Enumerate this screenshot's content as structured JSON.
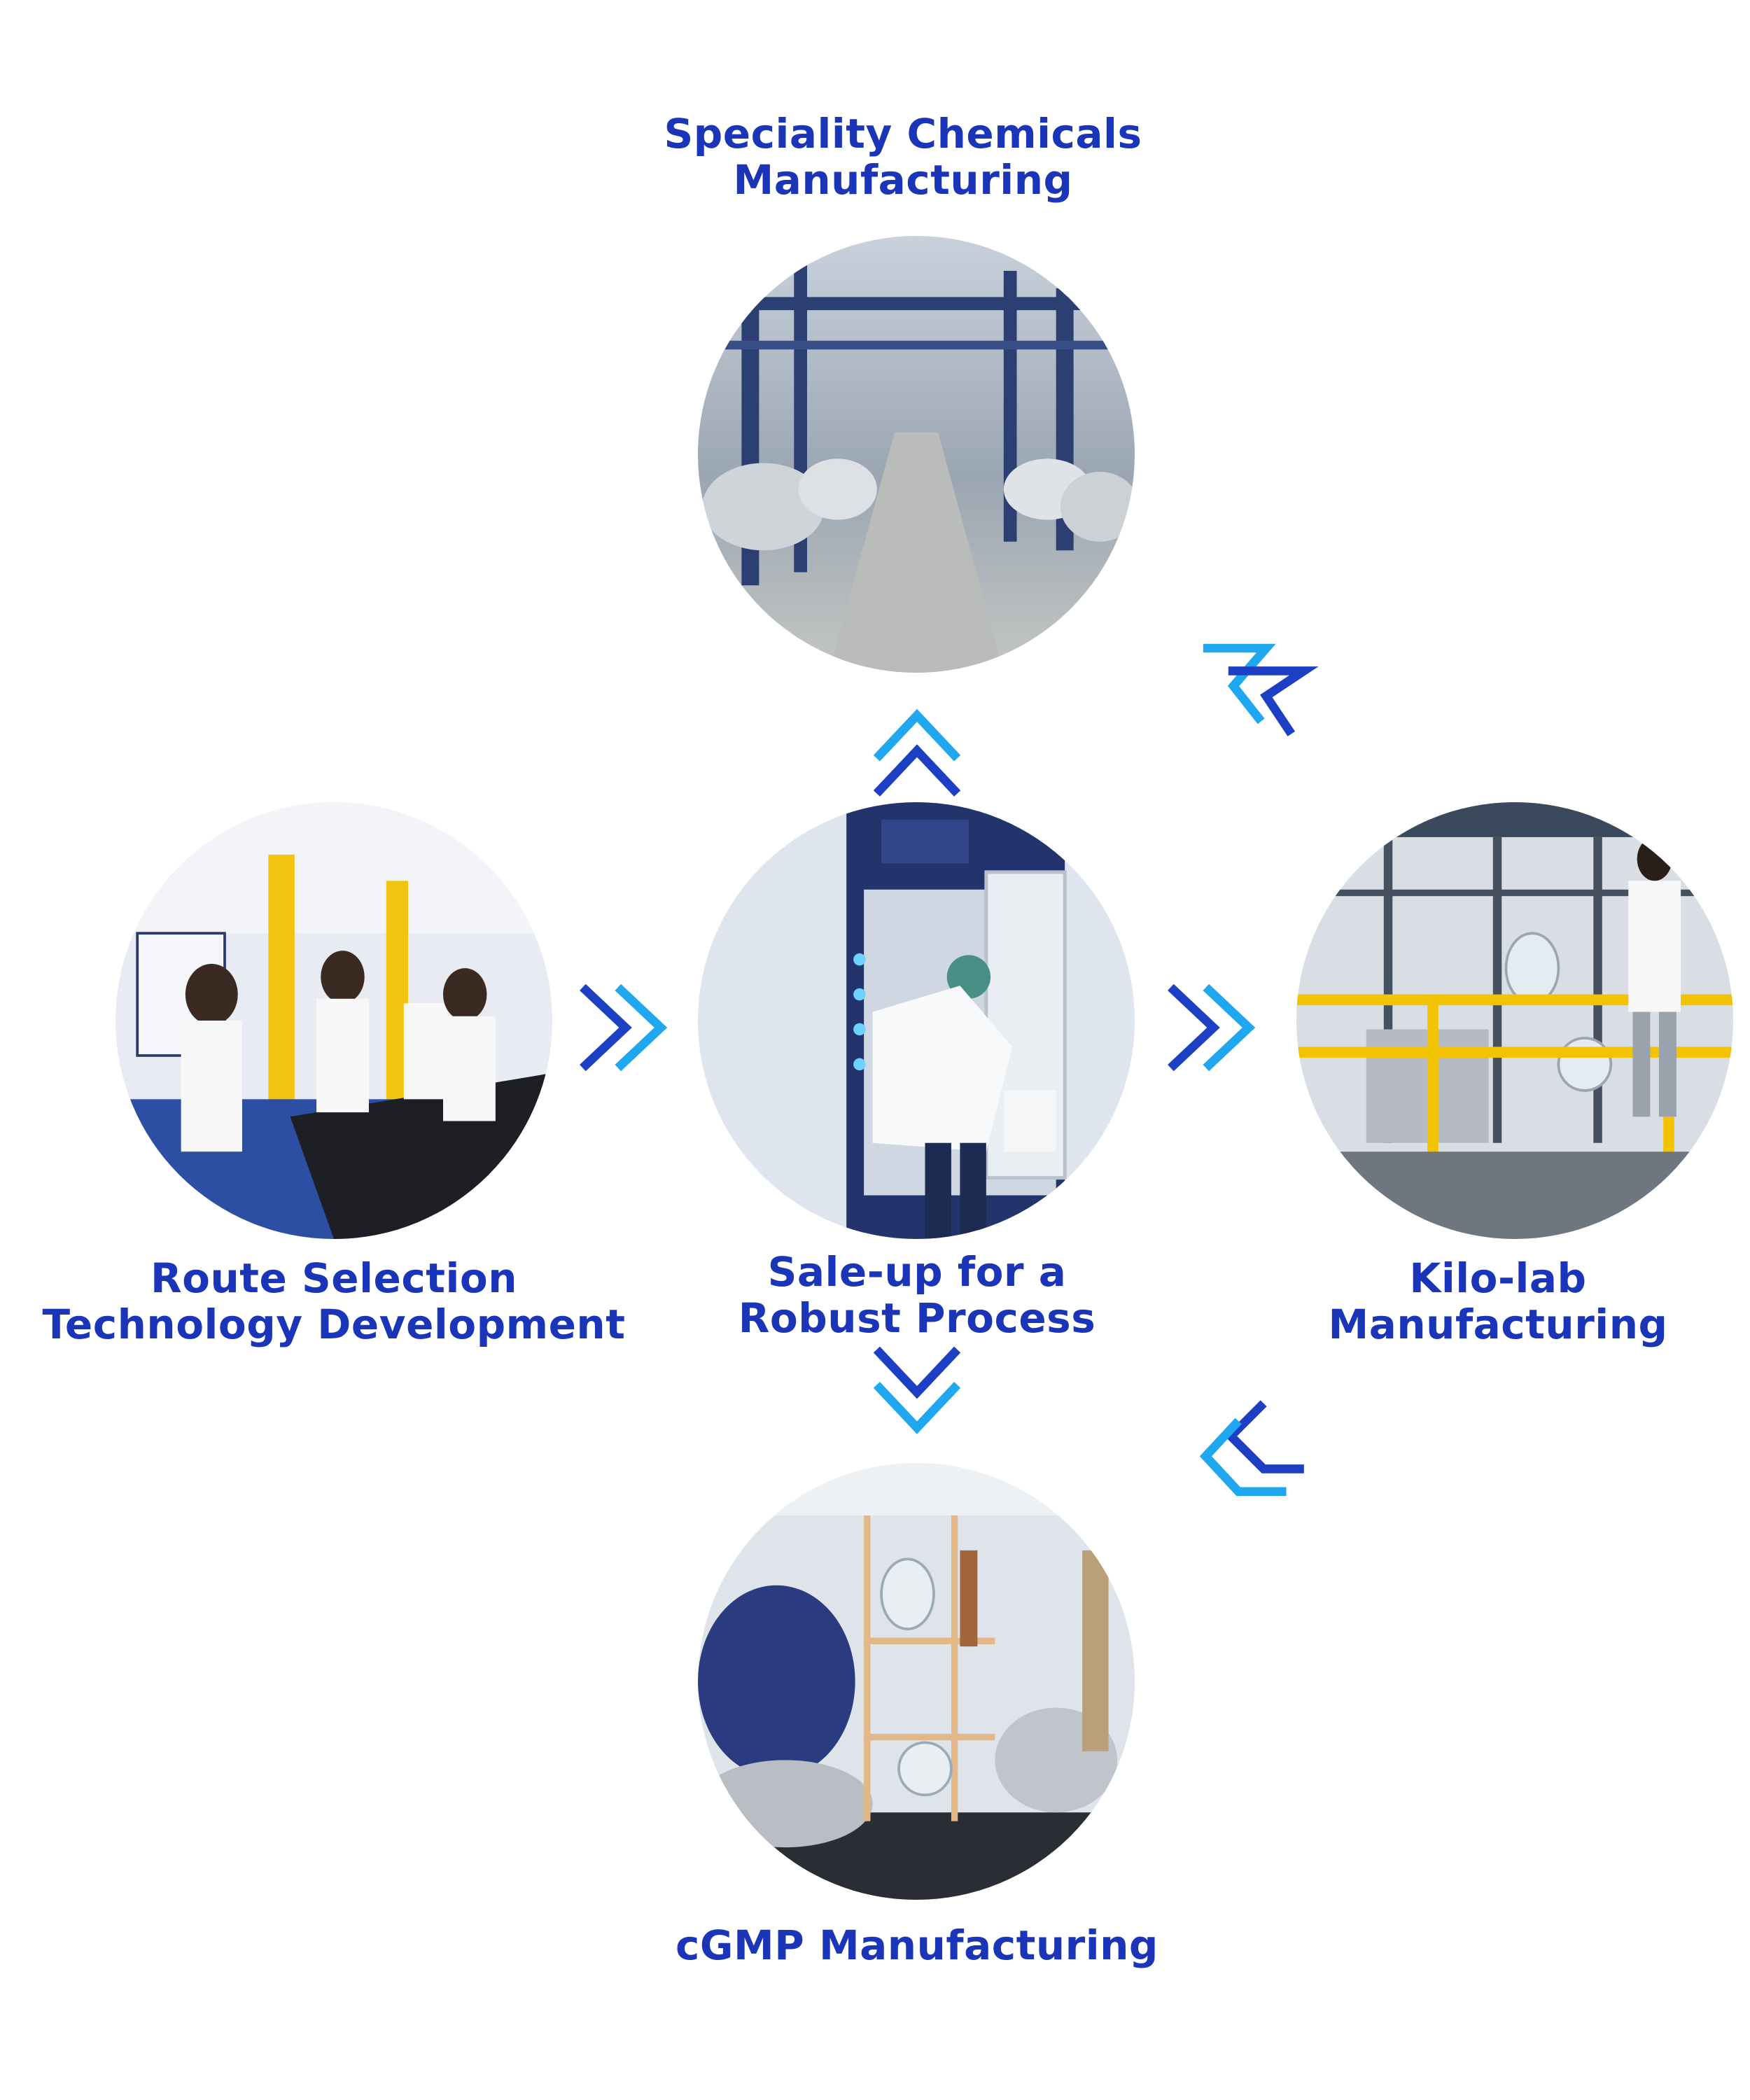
{
  "nodes": {
    "top": {
      "line1": "Speciality Chemicals",
      "line2": "Manufacturing",
      "photo": "chemical-plant-reactor-hall"
    },
    "left": {
      "line1": "Route Selection",
      "line2": "Technology Development",
      "photo": "research-laboratory-fume-hoods"
    },
    "center": {
      "line1": "Sale-up for a",
      "line2": "Robust Process",
      "photo": "scientist-at-fume-hood"
    },
    "right": {
      "line1": "Kilo-lab",
      "line2": "Manufacturing",
      "photo": "kilo-lab-glass-reactor-rig"
    },
    "bottom": {
      "line1": "cGMP Manufacturing",
      "photo": "cgmp-reactor-suite"
    }
  },
  "arrows": [
    "chevron-up-icon",
    "chevron-right-icon",
    "chevron-right-icon",
    "chevron-down-icon",
    "chevron-up-left-icon",
    "chevron-down-left-icon"
  ],
  "colors": {
    "text": "#1a35b8",
    "arrow_dark": "#1c3fc4",
    "arrow_light": "#1fa8f0"
  }
}
